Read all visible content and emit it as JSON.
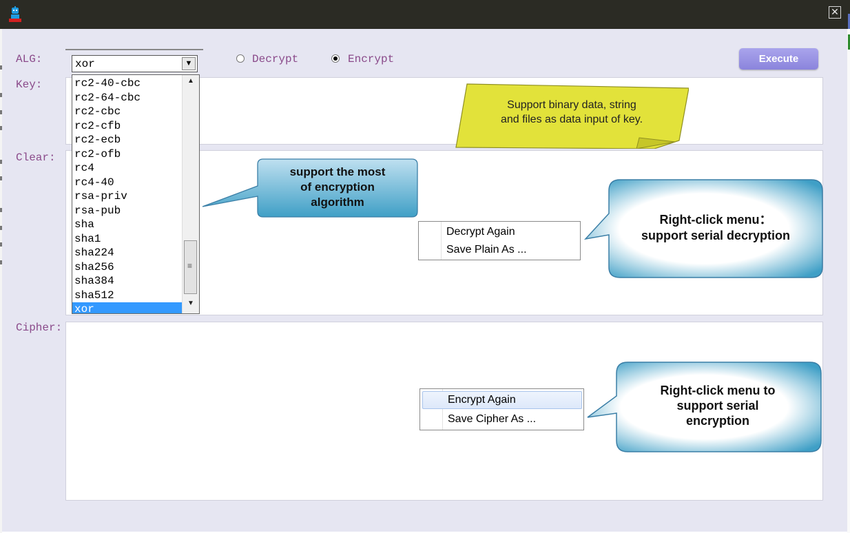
{
  "window": {
    "close_glyph": "✕",
    "app_icon": "robot-icon"
  },
  "labels": {
    "alg": "ALG:",
    "key": "Key:",
    "clear": "Clear:",
    "cipher": "Cipher:"
  },
  "alg_combo": {
    "selected": "xor",
    "options": [
      "rc2-40-cbc",
      "rc2-64-cbc",
      "rc2-cbc",
      "rc2-cfb",
      "rc2-ecb",
      "rc2-ofb",
      "rc4",
      "rc4-40",
      "rsa-priv",
      "rsa-pub",
      "sha",
      "sha1",
      "sha224",
      "sha256",
      "sha384",
      "sha512",
      "xor"
    ],
    "highlighted": "xor"
  },
  "mode": {
    "decrypt_label": "Decrypt",
    "encrypt_label": "Encrypt",
    "selected": "Encrypt"
  },
  "execute_label": "Execute",
  "annotations": {
    "key_note": [
      "Support binary data, string",
      "and files as data input of key."
    ],
    "alg_callout": [
      "support the most",
      "of encryption",
      "algorithm"
    ],
    "clear_callout": [
      "Right-click  menu：",
      "support serial decryption"
    ],
    "cipher_callout": [
      "Right-click menu to",
      "support serial",
      "encryption"
    ]
  },
  "clear_menu": {
    "items": [
      "Decrypt Again",
      "Save Plain As ..."
    ]
  },
  "cipher_menu": {
    "items": [
      "Encrypt Again",
      "Save Cipher As ..."
    ],
    "highlighted": "Encrypt Again"
  },
  "colors": {
    "window_bg": "#e6e6f2",
    "titlebar": "#2b2b24",
    "label": "#8a4a8a",
    "selection": "#3399ff",
    "execute": "#9a94e4",
    "note": "#e2e23a",
    "callout": "#3f9fc6"
  }
}
